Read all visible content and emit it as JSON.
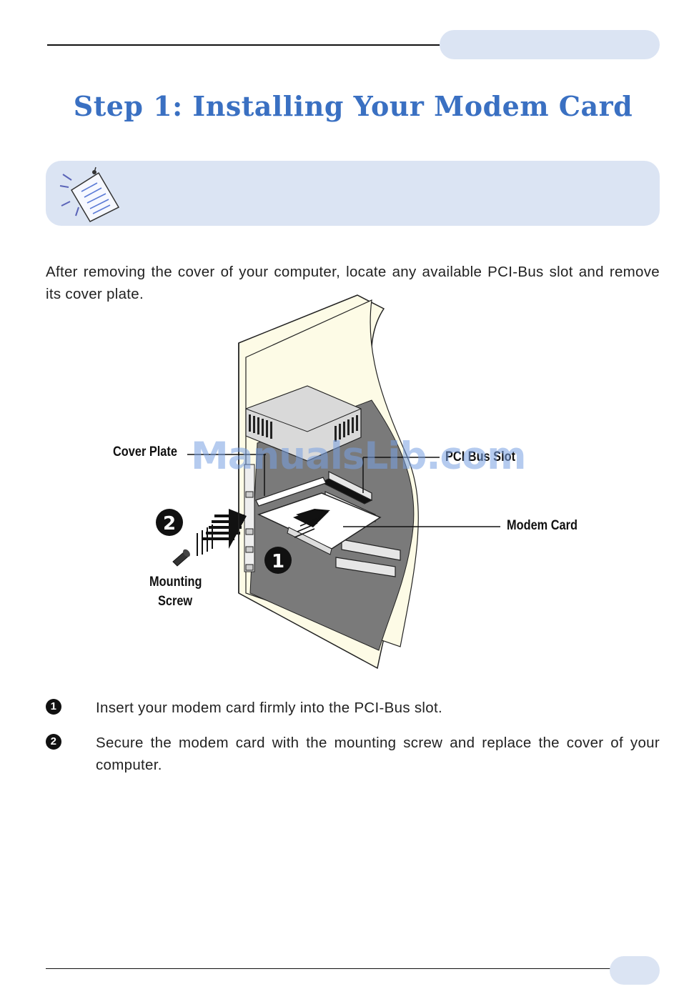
{
  "page": {
    "title": "Step 1:  Installing Your Modem Card",
    "intro": "After removing the cover of your computer, locate any available PCI-Bus slot and remove its cover plate."
  },
  "diagram": {
    "labels": {
      "cover_plate": "Cover Plate",
      "pci_bus_slot": "PCI Bus Slot",
      "modem_card": "Modem Card",
      "mounting_screw_line1": "Mounting",
      "mounting_screw_line2": "Screw"
    },
    "markers": {
      "one": "1",
      "two": "2"
    },
    "watermark": "ManualsLib.com"
  },
  "steps": [
    {
      "marker": "1",
      "text": "Insert your modem card firmly into the PCI-Bus slot."
    },
    {
      "marker": "2",
      "text": "Secure the modem card with the mounting screw and replace the cover of your computer."
    }
  ],
  "colors": {
    "accent": "#3a70c2",
    "tab_fill": "#dbe4f3",
    "case_fill": "#fdfbe6"
  },
  "icons": {
    "note": "note-paper-icon"
  }
}
